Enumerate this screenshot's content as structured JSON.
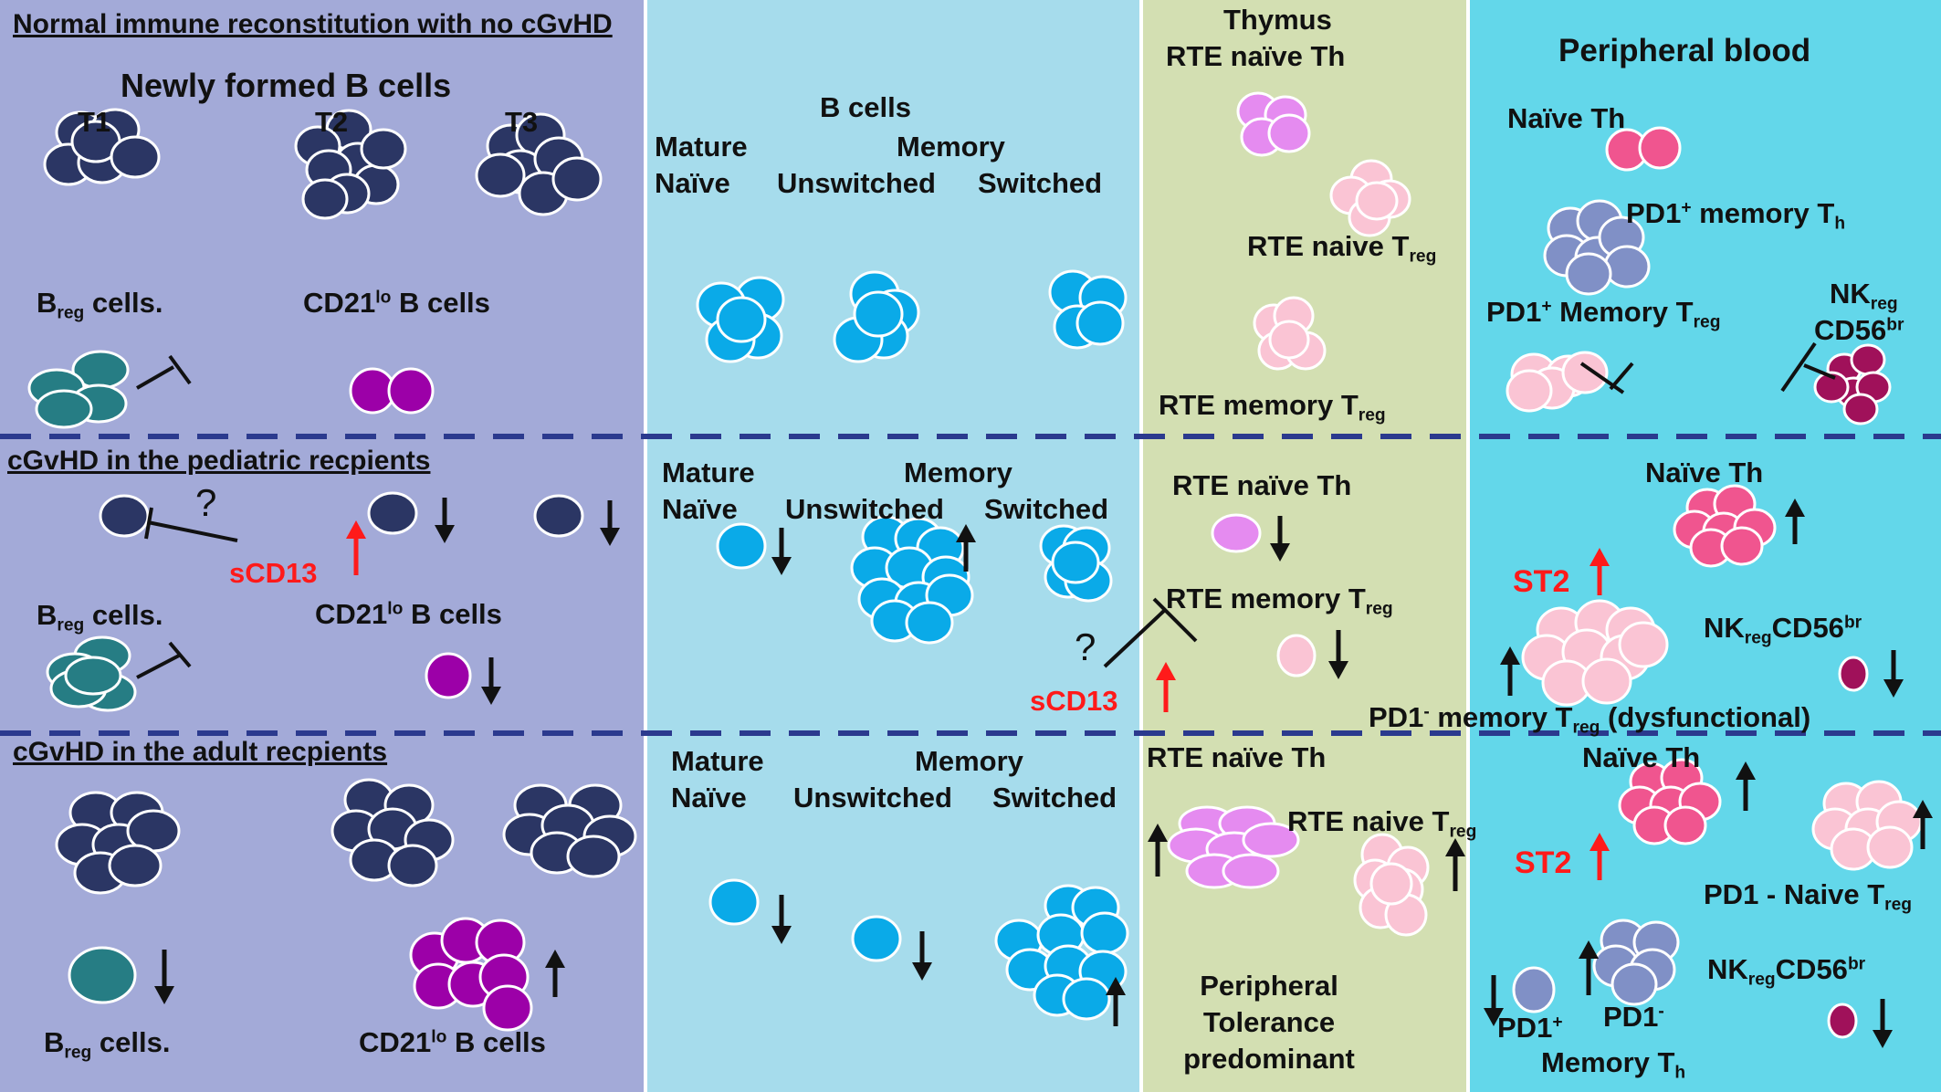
{
  "colors": {
    "b_panel": "#a3aad8",
    "bcell_panel": "#a6dcec",
    "thymus_panel": "#d3dfb2",
    "blood_panel": "#63d7ea",
    "divider": "#2b3a8e",
    "red": "#ff1a1a",
    "navy_cell": "#2b3664",
    "teal_cell": "#267d84",
    "purple_cell": "#9c00a8",
    "cyan_cell": "#0aaae8",
    "violet_cell": "#e58bf0",
    "light_pink_cell": "#fac4d4",
    "pink_cell": "#f0558f",
    "blue_grey_cell": "#8090c6",
    "maroon_cell": "#a0115a"
  },
  "panels": {
    "normal_title": "Normal immune reconstitution with no cGvHD",
    "pediatric_title": "cGvHD in the pediatric recpients",
    "adult_title": "cGvHD in the adult recpients"
  },
  "normal": {
    "newly_formed": "Newly formed B cells",
    "t1": "T1",
    "t2": "T2",
    "t3": "T3",
    "breg_b": "B",
    "breg_sub": "reg",
    "breg_rest": " cells.",
    "cd21_pre": "CD21",
    "cd21_sup": "lo",
    "cd21_post": " B cells",
    "bcells": "B cells",
    "mature": "Mature",
    "naive": "Naïve",
    "memory": "Memory",
    "unswitched": "Unswitched",
    "switched": "Switched",
    "thymus": "Thymus",
    "rte_naive_th": "RTE naïve Th",
    "rte_naive_treg_pre": "RTE naive T",
    "reg": "reg",
    "rte_memory_treg_pre": "RTE memory T",
    "peripheral_blood": "Peripheral blood",
    "naive_th": "Naïve Th",
    "pd1_memory_th_pre": "PD1",
    "plus": "+",
    "pd1_memory_th_mid": " memory T",
    "h": "h",
    "pd1_memory_treg_pre": "PD1",
    "pd1_memory_treg_mid": " Memory T",
    "nk": "NK",
    "cd56": "CD56",
    "br": "br"
  },
  "pediatric": {
    "q": "?",
    "scd13": "sCD13",
    "breg_b": "B",
    "breg_sub": "reg",
    "breg_rest": " cells.",
    "cd21_pre": "CD21",
    "cd21_sup": "lo",
    "cd21_post": " B cells",
    "mature": "Mature",
    "naive": "Naïve",
    "memory": "Memory",
    "unswitched": "Unswitched",
    "switched": "Switched",
    "rte_naive_th": "RTE naïve Th",
    "rte_memory_treg_pre": "RTE memory T",
    "reg": "reg",
    "naive_th": "Naïve Th",
    "st2": "ST2",
    "nk": "NK",
    "cd56": "CD56",
    "br": "br",
    "pd1_pre": "PD1",
    "minus": "-",
    "pd1_mid": " memory T",
    "pd1_post": " (dysfunctional)"
  },
  "adult": {
    "mature": "Mature",
    "naive": "Naïve",
    "memory": "Memory",
    "unswitched": "Unswitched",
    "switched": "Switched",
    "rte_naive_th": "RTE naïve Th",
    "rte_naive_treg_pre": "RTE naive T",
    "reg": "reg",
    "peripheral": "Peripheral",
    "tolerance": "Tolerance",
    "predominant": "predominant",
    "breg_b": "B",
    "breg_sub": "reg",
    "breg_rest": " cells.",
    "cd21_pre": "CD21",
    "cd21_sup": "lo",
    "cd21_post": " B cells",
    "naive_th": "Naïve Th",
    "st2": "ST2",
    "pd1_naive_treg_pre": "PD1 - Naive T",
    "nk": "NK",
    "cd56": "CD56",
    "br": "br",
    "pd1_plus_pre": "PD1",
    "plus": "+",
    "pd1_minus_pre": "PD1",
    "minus": "-",
    "memory_th_pre": "Memory T",
    "h": "h"
  }
}
